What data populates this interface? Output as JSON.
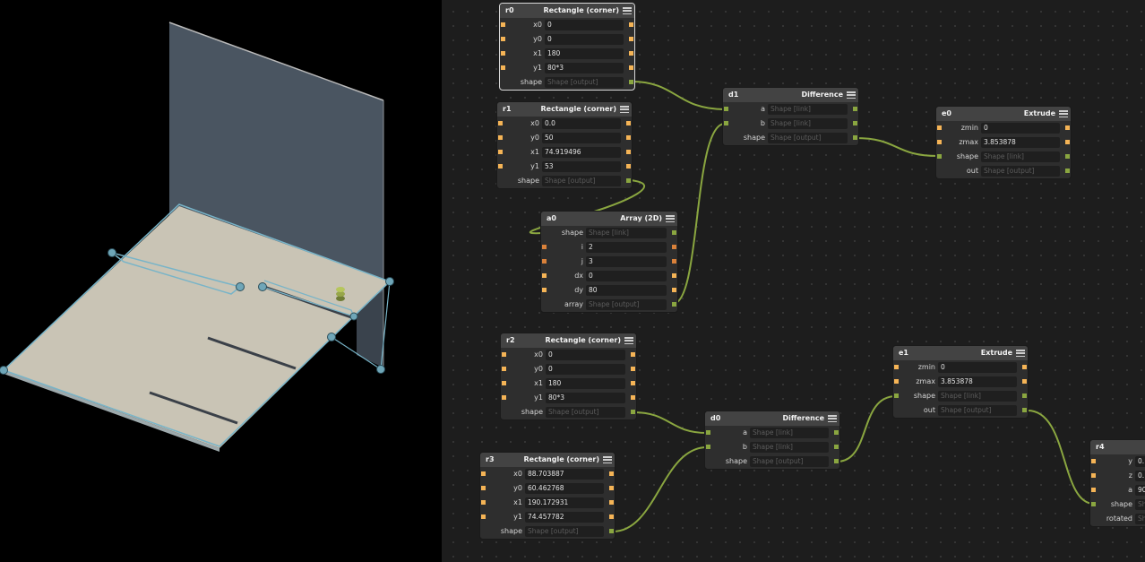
{
  "colors": {
    "wire": "#8aa640",
    "port_number": "#f5b456",
    "port_int": "#d9813a",
    "port_shape": "#8aa640",
    "plate": "#c9c4b5",
    "wall": "#4a5561",
    "outline": "#78b4c8"
  },
  "icons": {
    "menu": "hamburger-menu-icon",
    "handle": "control-handle-icon",
    "origin": "origin-marker-icon"
  },
  "nodes": [
    {
      "id": "r0",
      "name": "r0",
      "type": "Rectangle (corner)",
      "selected": true,
      "rows": [
        {
          "label": "x0",
          "value": "0",
          "in": "num",
          "out": "num"
        },
        {
          "label": "y0",
          "value": "0",
          "in": "num",
          "out": "num"
        },
        {
          "label": "x1",
          "value": "180",
          "in": "num",
          "out": "num"
        },
        {
          "label": "y1",
          "value": "80*3",
          "in": "num",
          "out": "num"
        },
        {
          "label": "shape",
          "value": "Shape [output]",
          "kind": "shape",
          "out": "shape"
        }
      ]
    },
    {
      "id": "r1",
      "name": "r1",
      "type": "Rectangle (corner)",
      "rows": [
        {
          "label": "x0",
          "value": "0.0",
          "in": "num",
          "out": "num"
        },
        {
          "label": "y0",
          "value": "50",
          "in": "num",
          "out": "num"
        },
        {
          "label": "x1",
          "value": "74.919496",
          "in": "num",
          "out": "num"
        },
        {
          "label": "y1",
          "value": "53",
          "in": "num",
          "out": "num"
        },
        {
          "label": "shape",
          "value": "Shape [output]",
          "kind": "shape",
          "out": "shape"
        }
      ]
    },
    {
      "id": "a0",
      "name": "a0",
      "type": "Array (2D)",
      "rows": [
        {
          "label": "shape",
          "value": "Shape [link]",
          "kind": "shape",
          "out": "shape"
        },
        {
          "label": "i",
          "value": "2",
          "in": "int",
          "out": "int"
        },
        {
          "label": "j",
          "value": "3",
          "in": "int",
          "out": "int"
        },
        {
          "label": "dx",
          "value": "0",
          "in": "num",
          "out": "num"
        },
        {
          "label": "dy",
          "value": "80",
          "in": "num",
          "out": "num"
        },
        {
          "label": "array",
          "value": "Shape [output]",
          "kind": "shape",
          "out": "shape"
        }
      ]
    },
    {
      "id": "d1",
      "name": "d1",
      "type": "Difference",
      "rows": [
        {
          "label": "a",
          "value": "Shape [link]",
          "kind": "shape",
          "in": "shape",
          "out": "shape"
        },
        {
          "label": "b",
          "value": "Shape [link]",
          "kind": "shape",
          "in": "shape",
          "out": "shape"
        },
        {
          "label": "shape",
          "value": "Shape [output]",
          "kind": "shape",
          "out": "shape"
        }
      ]
    },
    {
      "id": "e0",
      "name": "e0",
      "type": "Extrude",
      "rows": [
        {
          "label": "zmin",
          "value": "0",
          "in": "num",
          "out": "num"
        },
        {
          "label": "zmax",
          "value": "3.853878",
          "in": "num",
          "out": "num"
        },
        {
          "label": "shape",
          "value": "Shape [link]",
          "kind": "shape",
          "in": "shape",
          "out": "shape"
        },
        {
          "label": "out",
          "value": "Shape [output]",
          "kind": "shape",
          "out": "shape"
        }
      ]
    },
    {
      "id": "r2",
      "name": "r2",
      "type": "Rectangle (corner)",
      "rows": [
        {
          "label": "x0",
          "value": "0",
          "in": "num",
          "out": "num"
        },
        {
          "label": "y0",
          "value": "0",
          "in": "num",
          "out": "num"
        },
        {
          "label": "x1",
          "value": "180",
          "in": "num",
          "out": "num"
        },
        {
          "label": "y1",
          "value": "80*3",
          "in": "num",
          "out": "num"
        },
        {
          "label": "shape",
          "value": "Shape [output]",
          "kind": "shape",
          "out": "shape"
        }
      ]
    },
    {
      "id": "r3",
      "name": "r3",
      "type": "Rectangle (corner)",
      "rows": [
        {
          "label": "x0",
          "value": "88.703887",
          "in": "num",
          "out": "num"
        },
        {
          "label": "y0",
          "value": "60.462768",
          "in": "num",
          "out": "num"
        },
        {
          "label": "x1",
          "value": "190.172931",
          "in": "num",
          "out": "num"
        },
        {
          "label": "y1",
          "value": "74.457782",
          "in": "num",
          "out": "num"
        },
        {
          "label": "shape",
          "value": "Shape [output]",
          "kind": "shape",
          "out": "shape"
        }
      ]
    },
    {
      "id": "d0",
      "name": "d0",
      "type": "Difference",
      "rows": [
        {
          "label": "a",
          "value": "Shape [link]",
          "kind": "shape",
          "in": "shape",
          "out": "shape"
        },
        {
          "label": "b",
          "value": "Shape [link]",
          "kind": "shape",
          "in": "shape",
          "out": "shape"
        },
        {
          "label": "shape",
          "value": "Shape [output]",
          "kind": "shape",
          "out": "shape"
        }
      ]
    },
    {
      "id": "e1",
      "name": "e1",
      "type": "Extrude",
      "rows": [
        {
          "label": "zmin",
          "value": "0",
          "in": "num",
          "out": "num"
        },
        {
          "label": "zmax",
          "value": "3.853878",
          "in": "num",
          "out": "num"
        },
        {
          "label": "shape",
          "value": "Shape [link]",
          "kind": "shape",
          "in": "shape",
          "out": "shape"
        },
        {
          "label": "out",
          "value": "Shape [output]",
          "kind": "shape",
          "out": "shape"
        }
      ]
    },
    {
      "id": "r4",
      "name": "r4",
      "type": "",
      "rows": [
        {
          "label": "y",
          "value": "0.",
          "in": "num"
        },
        {
          "label": "z",
          "value": "0.",
          "in": "num"
        },
        {
          "label": "a",
          "value": "90",
          "in": "num"
        },
        {
          "label": "shape",
          "value": "Sh",
          "kind": "shape",
          "in": "shape"
        },
        {
          "label": "rotated",
          "value": "Sh",
          "kind": "shape"
        }
      ]
    }
  ]
}
